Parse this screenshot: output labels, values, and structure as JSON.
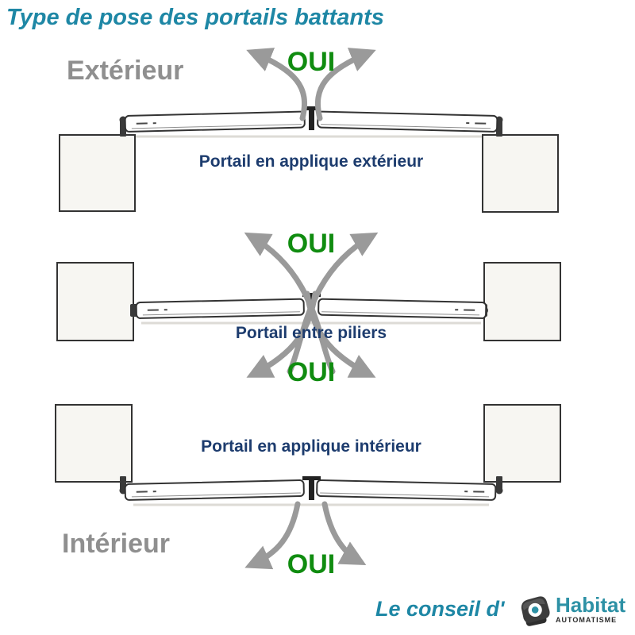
{
  "title": "Type de pose des portails battants",
  "side_labels": {
    "exterior": "Extérieur",
    "interior": "Intérieur"
  },
  "diagrams": [
    {
      "label": "Portail en applique extérieur",
      "answer_top": "OUI"
    },
    {
      "label": "Portail entre piliers",
      "answer_top": "OUI",
      "answer_bottom": "OUI"
    },
    {
      "label": "Portail en applique intérieur",
      "answer_bottom": "OUI"
    }
  ],
  "footer": {
    "text": "Le conseil d'",
    "brand": "Habitat",
    "brand_sub": "AUTOMATISME"
  },
  "colors": {
    "title_teal": "#1e87a5",
    "label_navy": "#1d3c6e",
    "oui_green": "#108c10",
    "arrow_gray": "#9a9a9a",
    "side_gray": "#8f8f8f",
    "pillar_fill": "#f7f6f2",
    "outline_dark": "#333333",
    "leaf_white": "#ffffff",
    "brand_teal": "#2d91a5",
    "brand_dark": "#2b2b2b"
  }
}
